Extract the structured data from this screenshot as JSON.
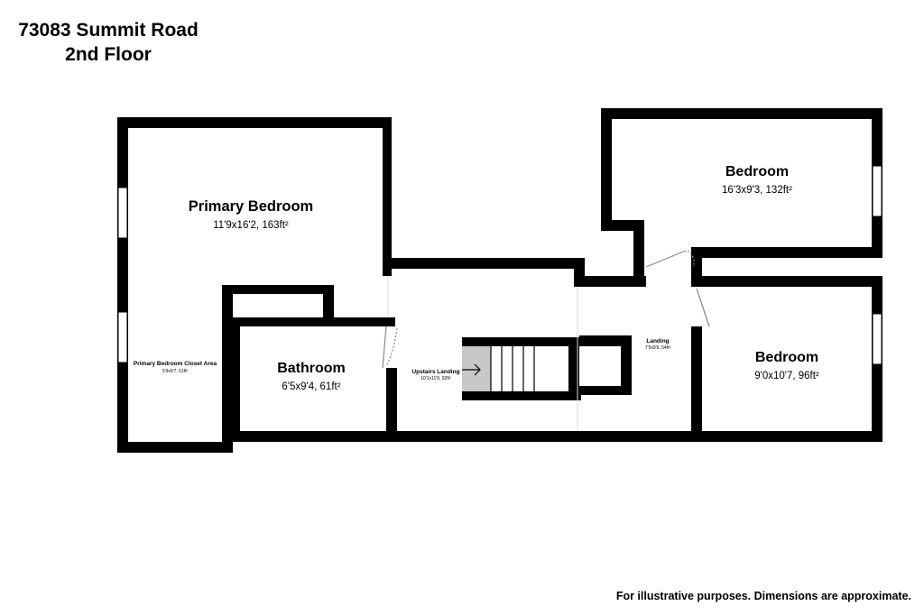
{
  "header": {
    "address": "73083 Summit Road",
    "floor": "2nd Floor"
  },
  "rooms": {
    "primary_bedroom": {
      "name": "Primary Bedroom",
      "dims": "11'9x16'2, 163ft²"
    },
    "closet": {
      "name": "Primary Bedroom Closet Area",
      "dims": "5'9x9'7, 61ft²"
    },
    "bathroom": {
      "name": "Bathroom",
      "dims": "6'5x9'4, 61ft²"
    },
    "upstairs_landing": {
      "name": "Upstairs Landing",
      "dims": "10'1x11'9, 92ft²"
    },
    "landing": {
      "name": "Landing",
      "dims": "7'5x9'6, 54ft²"
    },
    "bedroom_top": {
      "name": "Bedroom",
      "dims": "16'3x9'3, 132ft²"
    },
    "bedroom_bottom": {
      "name": "Bedroom",
      "dims": "9'0x10'7, 96ft²"
    }
  },
  "footer": {
    "disclaimer": "For illustrative purposes. Dimensions are approximate."
  }
}
